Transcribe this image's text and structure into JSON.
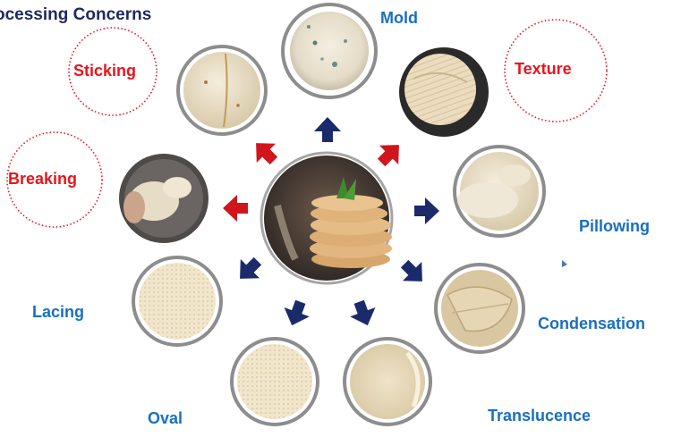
{
  "title": "ocessing Concerns",
  "center": {
    "name": "center-pita-stack"
  },
  "concerns": [
    {
      "label": "Mold",
      "kind": "processing",
      "tone": "blue"
    },
    {
      "label": "Texture",
      "kind": "processing",
      "tone": "red"
    },
    {
      "label": "Pillowing",
      "kind": "processing",
      "tone": "blue"
    },
    {
      "label": "Condensation",
      "kind": "processing",
      "tone": "blue"
    },
    {
      "label": "Translucence",
      "kind": "processing",
      "tone": "blue"
    },
    {
      "label": "Oval",
      "kind": "processing",
      "tone": "blue"
    },
    {
      "label": "Lacing",
      "kind": "processing",
      "tone": "blue"
    },
    {
      "label": "Breaking",
      "kind": "processing",
      "tone": "red"
    },
    {
      "label": "Sticking",
      "kind": "processing",
      "tone": "red"
    }
  ],
  "colors": {
    "blue_label": "#1a6fbf",
    "red_label": "#e8141c",
    "navy_arrow": "#1b2a6b",
    "red_arrow": "#d0151d",
    "title": "#1f2a5c",
    "plate_ring": "#9a9a9a"
  }
}
